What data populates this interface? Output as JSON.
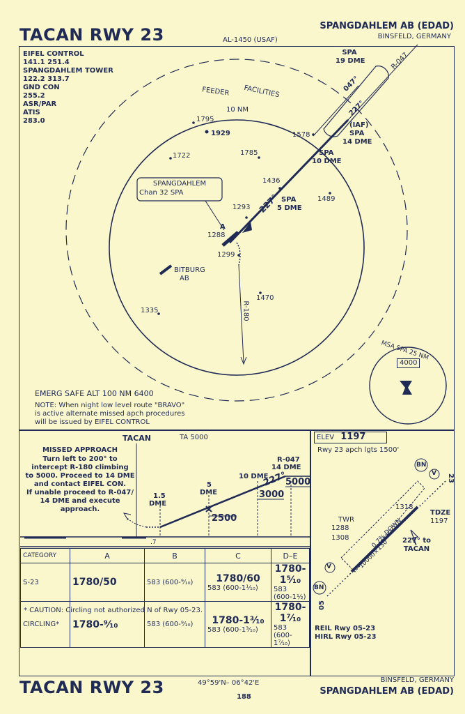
{
  "header": {
    "title": "TACAN RWY 23",
    "airport": "SPANGDAHLEM AB (EDAD)",
    "procedure_id": "AL-1450 (USAF)",
    "city": "BINSFELD, GERMANY"
  },
  "comms": [
    "EIFEL CONTROL",
    "141.1 251.4",
    "SPANGDAHLEM TOWER",
    "122.2 313.7",
    "GND CON",
    "255.2",
    "ASR/PAR",
    "ATIS",
    "283.0"
  ],
  "plan": {
    "feeder": "FEEDER",
    "facilities": "FACILITIES",
    "ring": "10 NM",
    "facility_box": {
      "name": "SPANGDAHLEM",
      "chan": "Chan 32 SPA"
    },
    "spa19": "SPA",
    "spa19b": "19 DME",
    "r047": "R-047",
    "crs047": "047°",
    "crs227a": "227°",
    "iaf": "(IAF)",
    "iaf_spa": "SPA",
    "iaf_dme": "14 DME",
    "spa10": "SPA",
    "spa10b": "10 DME",
    "spa5": "SPA",
    "spa5b": "5 DME",
    "crs227b": "227°",
    "pt_a": "A",
    "r180": "R-180",
    "bitburg1": "BITBURG",
    "bitburg2": "AB",
    "obstacles": [
      "1795",
      "1929",
      "1578",
      "1722",
      "1785",
      "1436",
      "1489",
      "1293",
      "1288",
      "1299",
      "1470",
      "1335"
    ]
  },
  "msa": {
    "title": "MSA SPA 25 NM",
    "alt": "4000"
  },
  "emerg": "EMERG SAFE ALT 100 NM 6400",
  "note": [
    "NOTE: When night low level route \"BRAVO\"",
    "is active alternate missed apch procedures",
    "will be issued by EIFEL CONTROL"
  ],
  "profile": {
    "tacan": "TACAN",
    "ta": "TA 5000",
    "missed_title": "MISSED APPROACH",
    "missed": [
      "Turn left to 200° to",
      "intercept R-180 climbing",
      "to 5000. Proceed to 14 DME",
      "and contact EIFEL CON.",
      "If unable proceed to R-047/",
      "14 DME and execute approach."
    ],
    "r047": "R-047",
    "dme14": "14 DME",
    "dme10": "10 DME",
    "crs": "227°",
    "alt5000": "5000",
    "alt3000": "3000",
    "dme5a": "5",
    "dme5b": "DME",
    "alt2500": "2500",
    "dme15a": "1.5",
    "dme15b": "DME",
    "seven": ".7"
  },
  "minima": {
    "headers": [
      "CATEGORY",
      "A",
      "B",
      "C",
      "D–E"
    ],
    "s23": {
      "label": "S-23",
      "ab": "1780/50",
      "ab_hat": "583  (600-⁹⁄₁₀)",
      "c": "1780/60",
      "c_hat": "583  (600-1¹⁄₁₀)",
      "de": "1780-1⁵⁄₁₀",
      "de_hat": "583  (600-1½)"
    },
    "circ": {
      "label": "CIRCLING*",
      "ab": "1780-⁹⁄₁₀",
      "ab_hat": "583  (600-⁹⁄₁₀)",
      "c": "1780-1³⁄₁₀",
      "c_hat": "583  (600-1³⁄₁₀)",
      "de": "1780-1⁷⁄₁₀",
      "de_hat": "583  (600-1⁷⁄₁₀)"
    },
    "caution": "*  CAUTION: Circling not authorized N of Rwy 05-23."
  },
  "airport": {
    "elev_label": "ELEV",
    "elev": "1197",
    "lights": "Rwy 23 apch lgts 1500'",
    "rwy23": "23",
    "rwy05": "05",
    "bn": "BN",
    "v": "V",
    "tdze": "TDZE",
    "tdze_val": "1197",
    "twr": "TWR",
    "twr_val": "1288",
    "pt1318": "1318",
    "pt1308": "1308",
    "dims": "10000×150",
    "glide": "0.7% DOWN",
    "to_tacan": [
      "227° to",
      "TACAN"
    ],
    "reil": "REIL Rwy 05-23",
    "hirl": "HIRL Rwy 05-23"
  },
  "footer": {
    "title": "TACAN RWY 23",
    "coords": "49°59'N– 06°42'E",
    "page": "188",
    "city": "BINSFELD, GERMANY",
    "airport": "SPANGDAHLEM AB (EDAD)"
  }
}
